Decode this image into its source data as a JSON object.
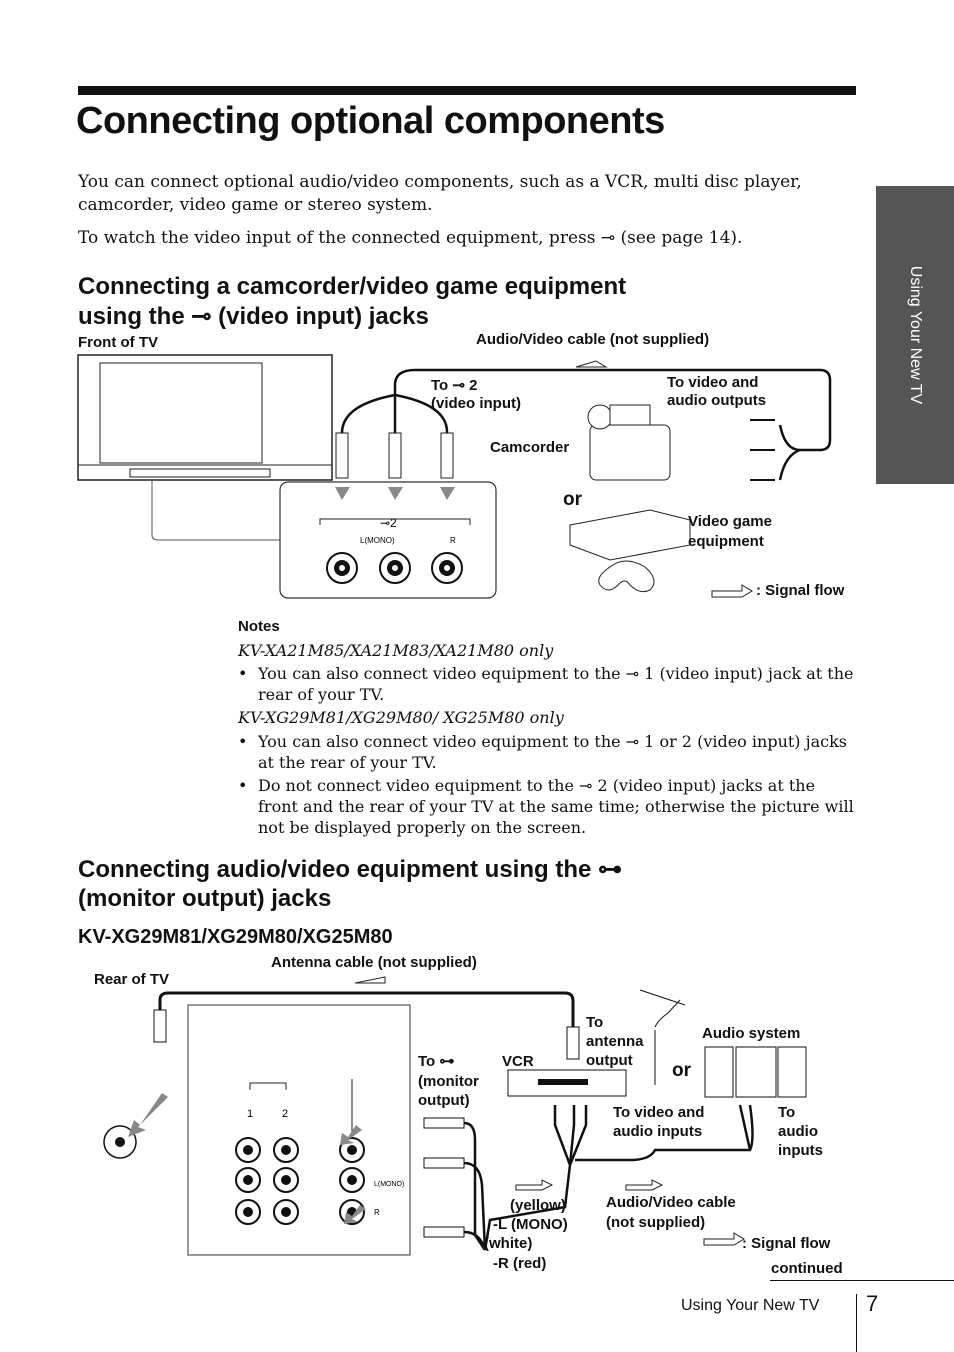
{
  "page": {
    "title": "Connecting optional components",
    "intro_1": "You can connect optional audio/video components, such as a VCR, multi disc player, camcorder, video game or stereo system.",
    "intro_2": "To watch the video input of the connected equipment, press ⊸ (see page 14).",
    "side_tab": "Using Your New TV"
  },
  "section1": {
    "heading_line1": "Connecting a camcorder/video game equipment",
    "heading_line2": "using the ⊸ (video input) jacks",
    "front_of_tv": "Front of TV",
    "av_cable": "Audio/Video cable (not supplied)",
    "to_video_input": "To ⊸ 2",
    "to_video_input_2": "(video input)",
    "to_video_audio_outputs": "To video and",
    "to_video_audio_outputs_2": "audio outputs",
    "camcorder": "Camcorder",
    "or": "or",
    "video_game": "Video game",
    "video_game_2": "equipment",
    "signal_flow": ": Signal flow",
    "jack_label": "⊸2",
    "jack_mono": "L(MONO)",
    "jack_r": "R"
  },
  "notes": {
    "heading": "Notes",
    "model_a": "KV-XA21M85/XA21M83/XA21M80 only",
    "bullet_a1": "You can also connect video equipment to the ⊸ 1 (video input) jack  at the rear of your TV.",
    "model_b": "KV-XG29M81/XG29M80/ XG25M80 only",
    "bullet_b1": "You can also connect video equipment to the ⊸ 1 or 2 (video input) jacks at the rear of your TV.",
    "bullet_b2": "Do not connect video equipment to the ⊸ 2 (video input) jacks at the front and the rear of your TV at the same time; otherwise the picture will not be displayed properly on the screen.",
    "bullet_char": "•"
  },
  "section2": {
    "heading_line1": "Connecting audio/video equipment using the ⊶",
    "heading_line2": "(monitor output) jacks",
    "model_heading": "KV-XG29M81/XG29M80/XG25M80",
    "rear_of_tv": "Rear of TV",
    "antenna_cable": "Antenna cable (not supplied)",
    "to_antenna_1": "To",
    "to_antenna_2": "antenna",
    "to_antenna_3": "output",
    "audio_system": "Audio system",
    "to_monitor_1": "To ⊶",
    "to_monitor_2": "(monitor",
    "to_monitor_3": "output)",
    "vcr": "VCR",
    "or": "or",
    "to_video_audio_inputs_1": "To video and",
    "to_video_audio_inputs_2": "audio inputs",
    "to_audio_inputs_1": "To",
    "to_audio_inputs_2": "audio",
    "to_audio_inputs_3": "inputs",
    "yellow": "(yellow)",
    "white_1": "-L (MONO)",
    "white_2": "(white)",
    "red": "-R (red)",
    "av_cable_1": "Audio/Video cable",
    "av_cable_2": "(not supplied)",
    "signal_flow": ": Signal flow",
    "continued": "continued",
    "jack_1": "1",
    "jack_2": "2",
    "jack_mono": "L(MONO)",
    "jack_r": "R"
  },
  "footer": {
    "section_name": "Using Your New TV",
    "page_number": "7"
  }
}
